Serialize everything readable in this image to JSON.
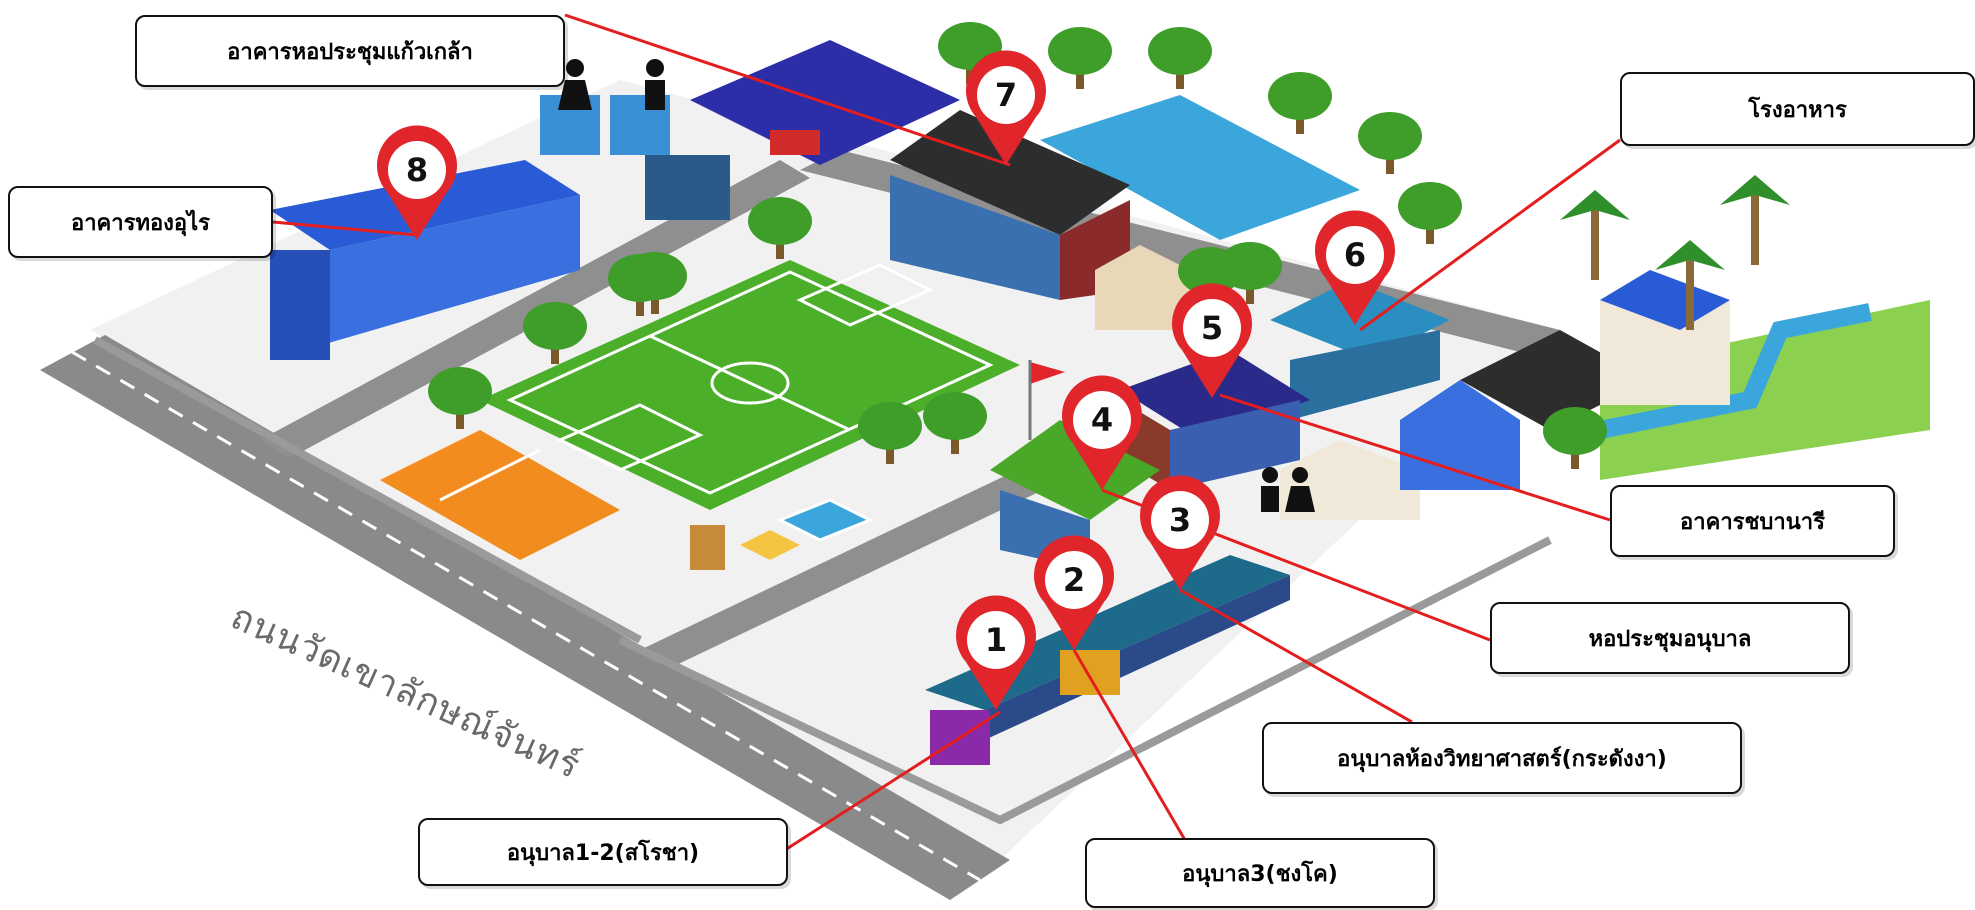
{
  "road_name": "ถนนวัดเขาลักษณ์จันทร์",
  "colors": {
    "leader_line": "#e41e1e",
    "pin_red": "#e0262b",
    "grass": "#4caf2a",
    "road": "#8a8a8a",
    "pool": "#3aa6dc",
    "court": "#f28c1e"
  },
  "markers": [
    {
      "number": "1",
      "label": "อนุบาล1-2(สโรชา)"
    },
    {
      "number": "2",
      "label": "อนุบาล3(ชงโค)"
    },
    {
      "number": "3",
      "label": "อนุบาลห้องวิทยาศาสตร์(กระดังงา)"
    },
    {
      "number": "4",
      "label": "หอประชุมอนุบาล"
    },
    {
      "number": "5",
      "label": "อาคารชบานารี"
    },
    {
      "number": "6",
      "label": "โรงอาหาร"
    },
    {
      "number": "7",
      "label": "อาคารหอประชุมแก้วเกล้า"
    },
    {
      "number": "8",
      "label": "อาคารทองอุไร"
    }
  ],
  "icons": [
    "map-pin-icon",
    "tree-icon",
    "palm-tree-icon",
    "restroom-male-icon",
    "restroom-female-icon",
    "flag-icon"
  ]
}
